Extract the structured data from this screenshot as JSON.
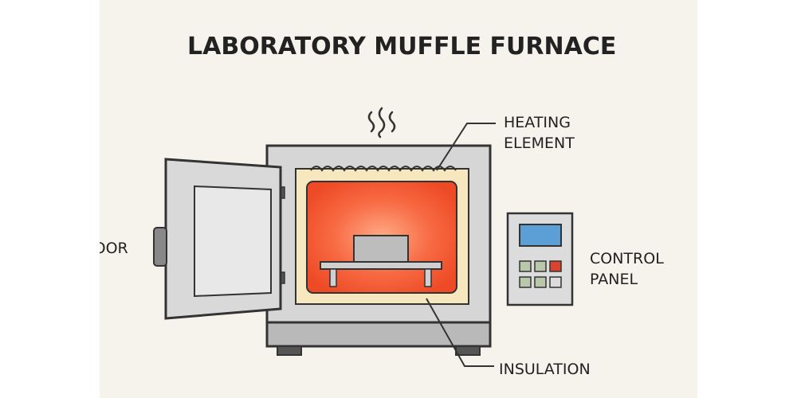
{
  "title": "LABORATORY MUFFLE FURNACE",
  "labels": {
    "heating_element_line1": "HEATING",
    "heating_element_line2": "ELEMENT",
    "control_panel_line1": "CONTROL",
    "control_panel_line2": "PANEL",
    "insulation": "INSULATION",
    "door": "DOOR"
  },
  "icons": [
    "heat-waves-icon",
    "furnace-door",
    "heating-element",
    "sample-tray",
    "control-panel-display",
    "control-buttons"
  ],
  "colors": {
    "background": "#f6f3ec",
    "body": "#d6d6d6",
    "outline": "#333333",
    "insulation": "#f7e7bf",
    "chamber_hot": "#f0532c",
    "chamber_glow": "#ffb08a",
    "display": "#5b9fd6",
    "button_green": "#b8c8a8",
    "button_red": "#d9442e"
  }
}
